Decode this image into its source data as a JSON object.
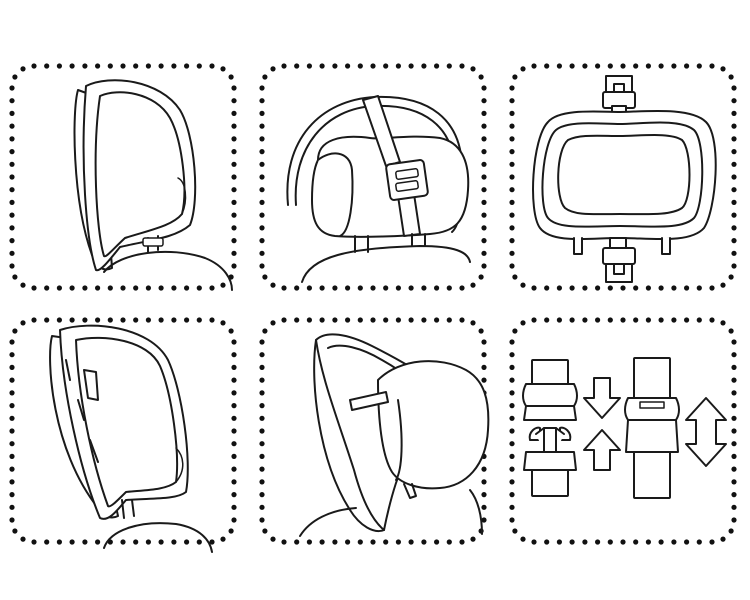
{
  "figure": {
    "panels": [
      {
        "id": "mirror-side-view",
        "icon": "mirror-side-view-icon"
      },
      {
        "id": "strap-on-headrest",
        "icon": "strap-headrest-icon"
      },
      {
        "id": "mirror-front-view",
        "icon": "mirror-front-view-icon"
      },
      {
        "id": "mirror-tilt-view",
        "icon": "mirror-tilt-icon"
      },
      {
        "id": "mirror-on-headrest-angled",
        "icon": "mirror-headrest-angled-icon"
      },
      {
        "id": "buckle-instructions",
        "icon": "buckle-icon"
      }
    ],
    "colors": {
      "line": "#1a1a1a",
      "dots": "#111111",
      "background": "#ffffff"
    }
  }
}
